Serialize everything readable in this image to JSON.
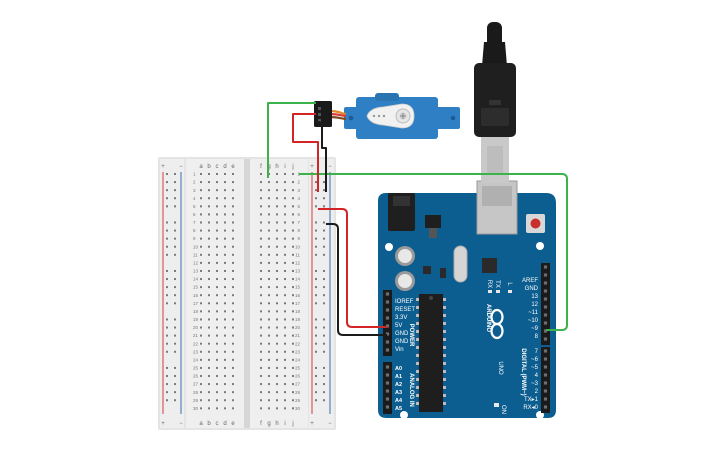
{
  "colors": {
    "breadboard": "#e4e4e4",
    "breadboard_rail": "#eeeeee",
    "rail_red": "#d63c3c",
    "rail_blue": "#3b6fb6",
    "arduino_blue": "#0b5e8f",
    "arduino_dark": "#08476e",
    "wire_green": "#3cb34a",
    "wire_red": "#d32525",
    "wire_black": "#1b1b1b",
    "servo_blue": "#2e7fc4",
    "usb_black": "#1a1a1a",
    "usb_metal": "#c9c9c9"
  },
  "breadboard": {
    "top_columns_left": [
      "a",
      "b",
      "c",
      "d",
      "e"
    ],
    "top_columns_right": [
      "f",
      "g",
      "h",
      "i",
      "j"
    ],
    "rail_plus": "+",
    "rail_minus": "−",
    "row_numbers": [
      "1",
      "2",
      "3",
      "4",
      "5",
      "6",
      "7",
      "8",
      "9",
      "10",
      "11",
      "12",
      "13",
      "14",
      "15",
      "16",
      "17",
      "18",
      "19",
      "20",
      "21",
      "22",
      "23",
      "24",
      "25",
      "26",
      "27",
      "28",
      "29",
      "30"
    ]
  },
  "arduino": {
    "brand": "ARDUINO",
    "model": "UNO",
    "power_header_title": "POWER",
    "analog_header_title": "ANALOG IN",
    "digital_header_title": "DIGITAL (PWM~)",
    "power_pins": [
      "IOREF",
      "RESET",
      "3.3V",
      "5V",
      "GND",
      "GND",
      "Vin"
    ],
    "analog_pins": [
      "A0",
      "A1",
      "A2",
      "A3",
      "A4",
      "A5"
    ],
    "digital_pins_top": [
      "AREF",
      "GND",
      "13",
      "12",
      "~11",
      "~10",
      "~9",
      "8"
    ],
    "digital_pins_bottom": [
      "7",
      "~6",
      "~5",
      "4",
      "~3",
      "2",
      "TX▸1",
      "RX◂0"
    ],
    "led_labels": [
      "RX",
      "TX",
      "L"
    ],
    "on_label": "ON"
  },
  "servo": {
    "name": "servo-motor"
  },
  "usb": {
    "name": "usb-cable"
  }
}
